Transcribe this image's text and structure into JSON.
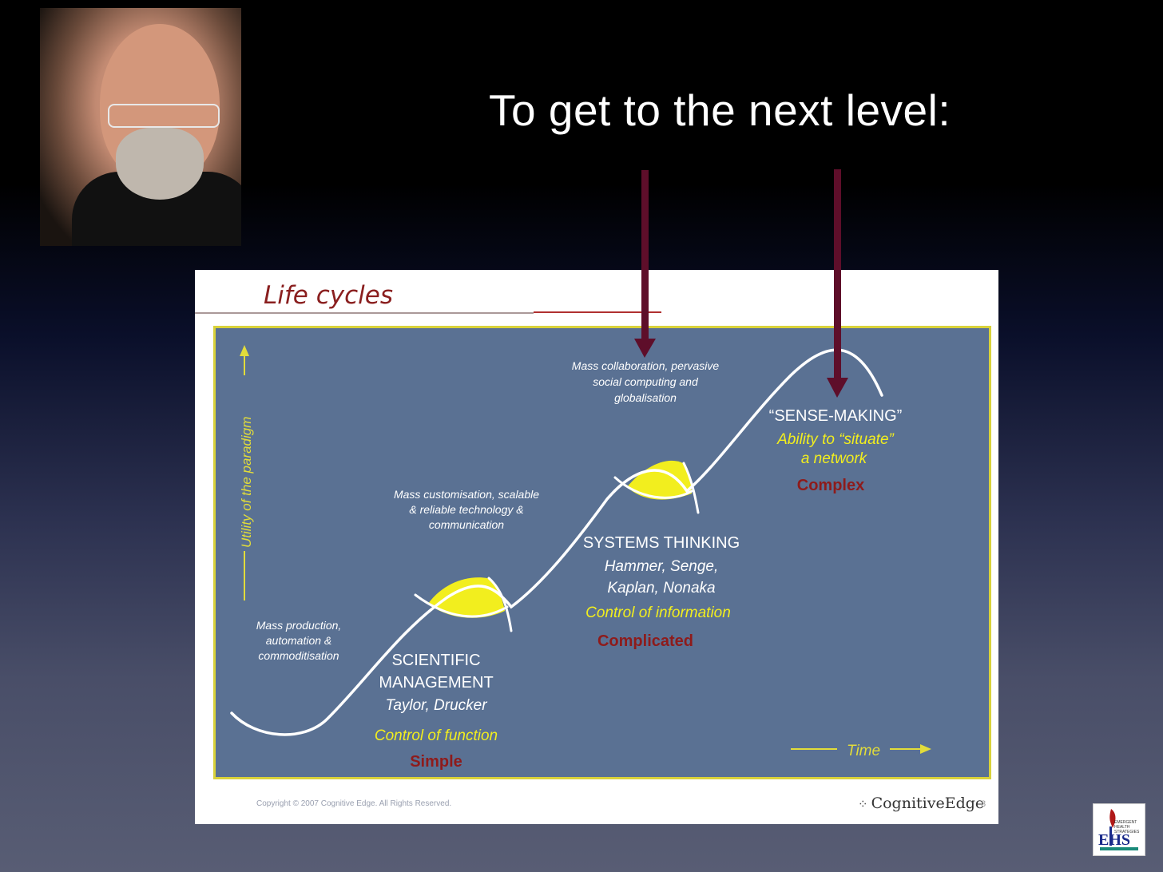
{
  "headline": "To get to the next level:",
  "slide": {
    "title": "Life cycles",
    "copyright": "Copyright © 2007 Cognitive Edge. All Rights Reserved.",
    "brand": "CognitiveEdge",
    "page_number": "8"
  },
  "diagram": {
    "y_axis_label": "Utility of the paradigm",
    "x_axis_label": "Time",
    "eras": [
      {
        "driver": "Mass production, automation & commoditisation",
        "name_line1": "SCIENTIFIC",
        "name_line2": "MANAGEMENT",
        "people": "Taylor, Drucker",
        "control": "Control of function",
        "domain": "Simple"
      },
      {
        "driver_line1": "Mass customisation, scalable",
        "driver_line2": "& reliable technology &",
        "driver_line3": "communication",
        "name": "SYSTEMS THINKING",
        "people_line1": "Hammer, Senge,",
        "people_line2": "Kaplan, Nonaka",
        "control": "Control of information",
        "domain": "Complicated"
      },
      {
        "driver_line1": "Mass collaboration, pervasive",
        "driver_line2": "social computing and",
        "driver_line3": "globalisation",
        "name": "“SENSE-MAKING”",
        "ability_line1": "Ability to “situate”",
        "ability_line2": "a network",
        "domain": "Complex"
      }
    ],
    "mass_production_lines": [
      "Mass production,",
      "automation &",
      "commoditisation"
    ]
  },
  "logo": {
    "text_lines": [
      "EMERGENT",
      "HEALTH",
      "STRATEGIES"
    ],
    "initials": "EHS"
  },
  "colors": {
    "arrow": "#5e0e2a",
    "panel": "#5a7193",
    "panel_border": "#d9d23a",
    "highlight_yellow": "#f2ee1e",
    "domain_red": "#8e1b1b",
    "title_red": "#8a1f1f"
  }
}
